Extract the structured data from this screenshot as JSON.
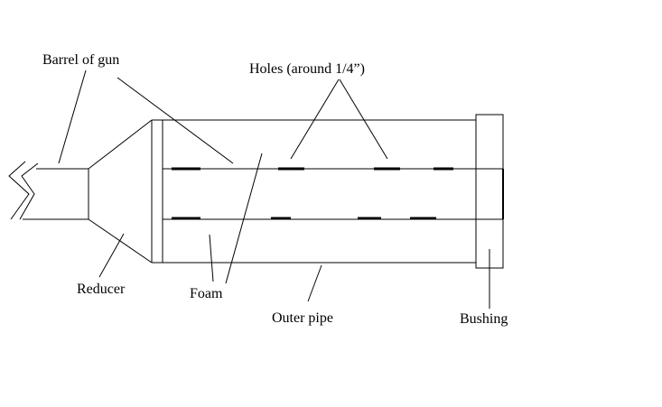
{
  "labels": {
    "barrel": "Barrel of gun",
    "holes": "Holes (around 1/4”)",
    "reducer": "Reducer",
    "foam": "Foam",
    "outer_pipe": "Outer pipe",
    "bushing": "Bushing"
  },
  "colors": {
    "line": "#000000",
    "background": "#ffffff"
  }
}
